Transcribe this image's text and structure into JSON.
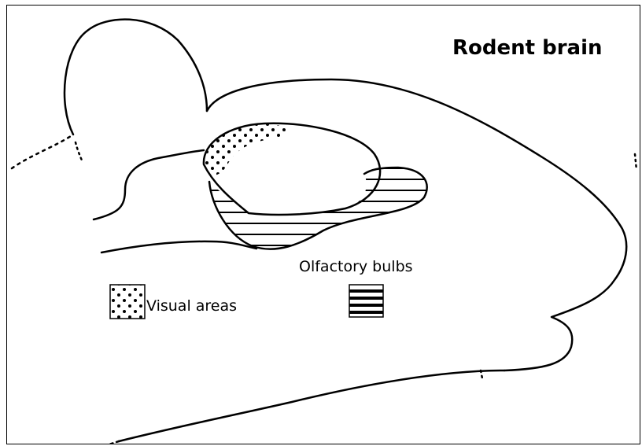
{
  "title": "Rodent brain",
  "legend": {
    "olfactory_label": "Olfactory bulbs",
    "visual_label": "Visual areas",
    "olfactory_pattern": "horizontal-stripes",
    "visual_pattern": "dots"
  },
  "colors": {
    "line": "#000000",
    "background": "#ffffff"
  }
}
